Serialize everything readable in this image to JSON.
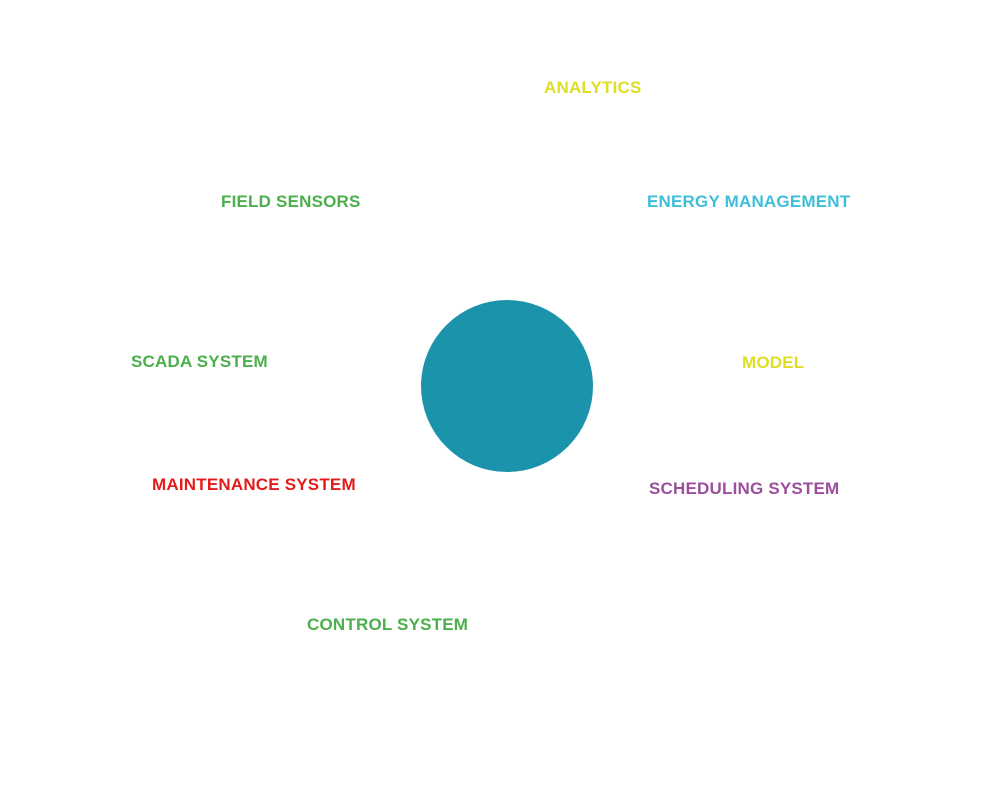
{
  "hub": {
    "color": "#1b93aa"
  },
  "nodes": {
    "analytics": {
      "label": "ANALYTICS",
      "color": "#dede26"
    },
    "energy_management": {
      "label": "ENERGY MANAGEMENT",
      "color": "#3ebfd9"
    },
    "field_sensors": {
      "label": "FIELD SENSORS",
      "color": "#4caf4c"
    },
    "scada_system": {
      "label": "SCADA SYSTEM",
      "color": "#4caf4c"
    },
    "model": {
      "label": "MODEL",
      "color": "#dede26"
    },
    "maintenance_system": {
      "label": "MAINTENANCE SYSTEM",
      "color": "#e31b1b"
    },
    "scheduling_system": {
      "label": "SCHEDULING SYSTEM",
      "color": "#9b4f9b"
    },
    "control_system": {
      "label": "CONTROL SYSTEM",
      "color": "#4caf4c"
    }
  }
}
